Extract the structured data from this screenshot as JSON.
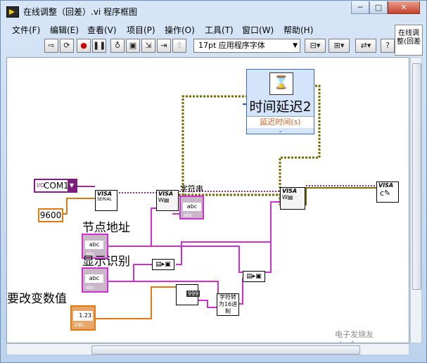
{
  "window": {
    "title": "在线调整（回差）.vi 程序框图",
    "buttons": {
      "minimize": "─",
      "maximize": "□",
      "close": "✕"
    }
  },
  "menu": [
    "文件(F)",
    "编辑(E)",
    "查看(V)",
    "项目(P)",
    "操作(O)",
    "工具(T)",
    "窗口(W)",
    "帮助(H)"
  ],
  "toolbar": {
    "font": "17pt 应用程序字体"
  },
  "context_help": {
    "line1": "在线调",
    "line2": "整(回差"
  },
  "diagram": {
    "wait_node": {
      "title": "时间延迟2",
      "input": "延迟时间(s)"
    },
    "serial_control": {
      "value": "COM1",
      "prefix": "I/O"
    },
    "baud_const": "9600",
    "labels": {
      "string": "字符串",
      "node_address": "节点地址",
      "display_id": "显示识别",
      "value_to_change": "要改变数值"
    },
    "numeric_display": "1.23",
    "numeric_type": "DBL",
    "string_type": "abc",
    "string_block": "abc",
    "format_node": "999",
    "convert_node": "字符转为16进制",
    "visa_label": "VISA",
    "visa_serial": "SERIAL"
  },
  "watermark": "电子发烧友 elecfans.com"
}
